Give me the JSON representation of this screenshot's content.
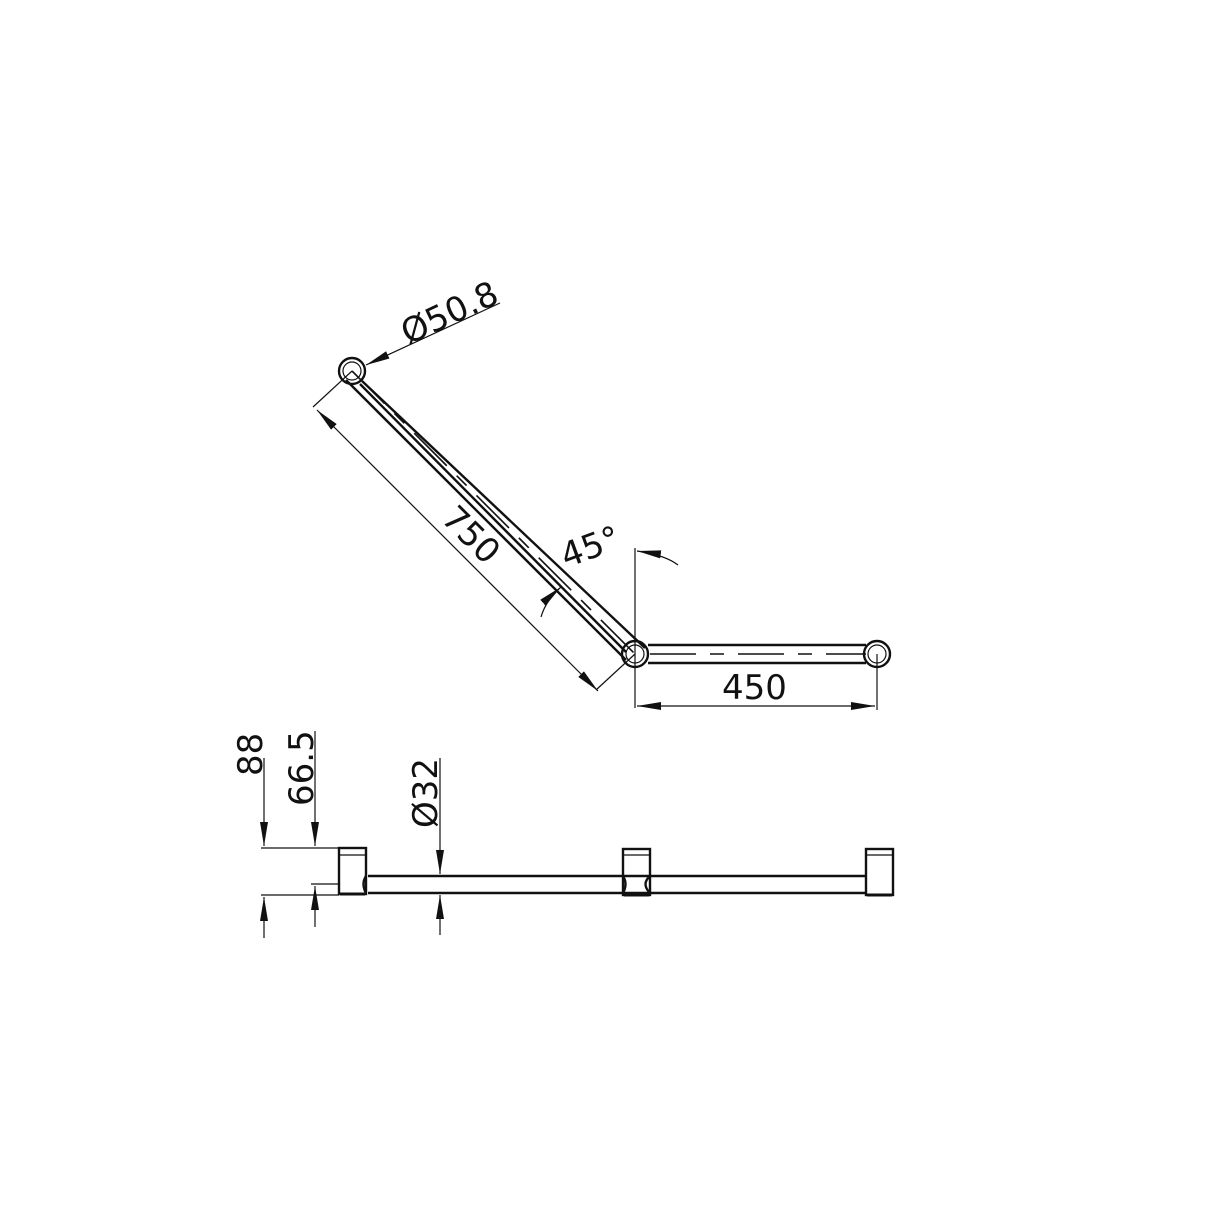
{
  "drawing": {
    "type": "technical-drawing",
    "subject": "angled grab rail, 45 degree",
    "background": "#ffffff",
    "line_color": "#111111"
  },
  "plan_view": {
    "dimensions": {
      "tube_diameter_label": "Ø50.8",
      "long_arm_length": "750",
      "short_arm_length": "450",
      "angle": "45°"
    }
  },
  "side_view": {
    "dimensions": {
      "flange_height": "88",
      "tube_centre_height": "66.5",
      "tube_diameter_label": "Ø32"
    },
    "brackets": [
      "left",
      "middle",
      "right"
    ]
  }
}
